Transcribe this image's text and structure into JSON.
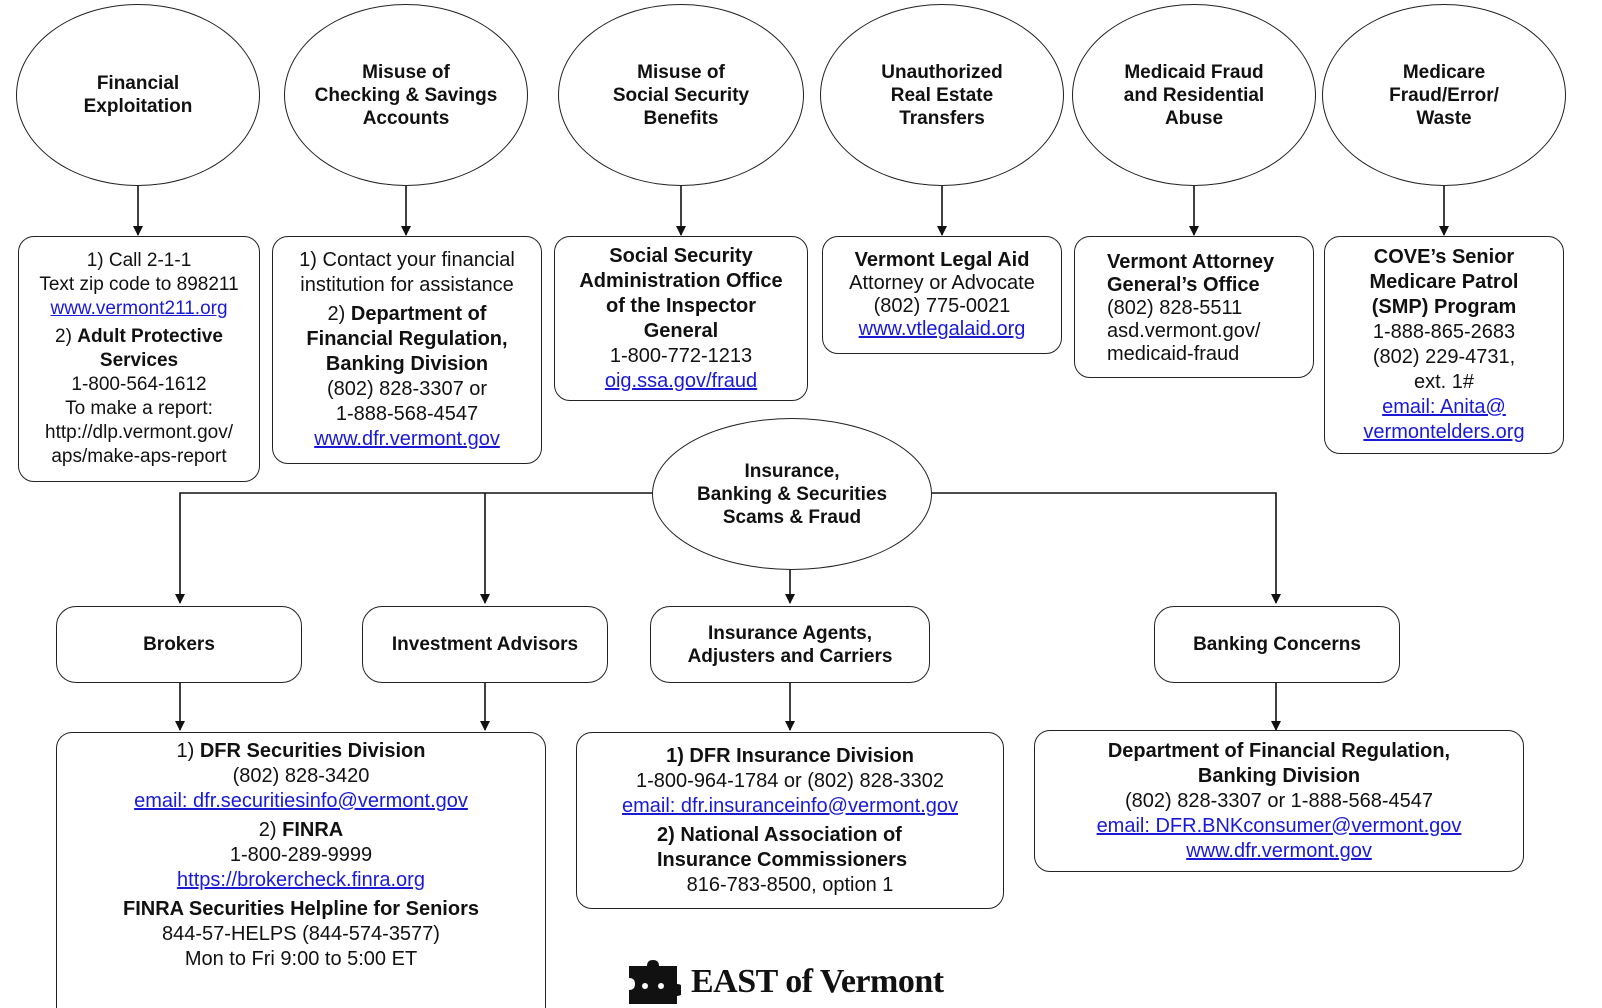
{
  "categories": [
    {
      "title": "Financial\nExploitation"
    },
    {
      "title": "Misuse of\nChecking & Savings\nAccounts"
    },
    {
      "title": "Misuse of\nSocial Security\nBenefits"
    },
    {
      "title": "Unauthorized\nReal Estate\nTransfers"
    },
    {
      "title": "Medicaid Fraud\nand Residential\nAbuse"
    },
    {
      "title": "Medicare\nFraud/Error/\nWaste"
    }
  ],
  "contacts": {
    "financial_exploitation": {
      "line1": "1) Call 2-1-1",
      "line2": "Text zip code to 898211",
      "link1": "www.vermont211.org",
      "num2": "2) ",
      "name2": "Adult Protective\nServices",
      "phone2": "1-800-564-1612",
      "report_label": "To make a report:",
      "report_url": "http://dlp.vermont.gov/\naps/make-aps-report"
    },
    "checking_savings": {
      "line1": "1) Contact your financial\ninstitution for assistance",
      "num2": "2) ",
      "name2": "Department of\nFinancial Regulation,\nBanking Division",
      "phone2": "(802) 828-3307 or\n1-888-568-4547",
      "link2": "www.dfr.vermont.gov"
    },
    "social_security": {
      "name": "Social Security\nAdministration Office\nof the Inspector\nGeneral",
      "phone": "1-800-772-1213",
      "link": "oig.ssa.gov/fraud"
    },
    "real_estate": {
      "name": "Vermont Legal Aid",
      "line1": "Attorney or Advocate",
      "phone": "(802) 775-0021",
      "link": "www.vtlegalaid.org"
    },
    "medicaid": {
      "name": "Vermont Attorney\nGeneral’s Office",
      "phone": "(802) 828-5511",
      "site": "asd.vermont.gov/\nmedicaid-fraud"
    },
    "medicare": {
      "name": "COVE’s Senior\nMedicare Patrol\n(SMP) Program",
      "phone1": "1-888-865-2683",
      "phone2": "(802) 229-4731,\next. 1#",
      "email": "email: Anita@\nvermontelders.org"
    }
  },
  "hub": {
    "title": "Insurance,\nBanking & Securities\nScams & Fraud"
  },
  "subcategories": [
    {
      "title": "Brokers"
    },
    {
      "title": "Investment Advisors"
    },
    {
      "title": "Insurance Agents,\nAdjusters and Carriers"
    },
    {
      "title": "Banking Concerns"
    }
  ],
  "securities": {
    "num1": "1) ",
    "name1": "DFR Securities Division",
    "phone1": "(802) 828-3420",
    "email1": "email: dfr.securitiesinfo@vermont.gov",
    "num2": "2) ",
    "name2": "FINRA",
    "phone2": "1-800-289-9999",
    "link2": "https://brokercheck.finra.org",
    "name3": "FINRA Securities Helpline for Seniors",
    "phone3": "844-57-HELPS (844-574-3577)",
    "hours3": "Mon to Fri 9:00 to 5:00 ET"
  },
  "insurance": {
    "name1": "1) DFR Insurance Division",
    "phone1": "1-800-964-1784 or (802) 828-3302",
    "email1": "email: dfr.insuranceinfo@vermont.gov",
    "name2": "2) National Association of\n     Insurance Commissioners",
    "phone2": "816-783-8500, option 1"
  },
  "banking": {
    "name": "Department of Financial Regulation,\nBanking Division",
    "phone": "(802) 828-3307 or 1-888-568-4547",
    "email": "email: DFR.BNKconsumer@vermont.gov",
    "link": "www.dfr.vermont.gov"
  },
  "footer": {
    "org_name": "EAST of Vermont"
  }
}
